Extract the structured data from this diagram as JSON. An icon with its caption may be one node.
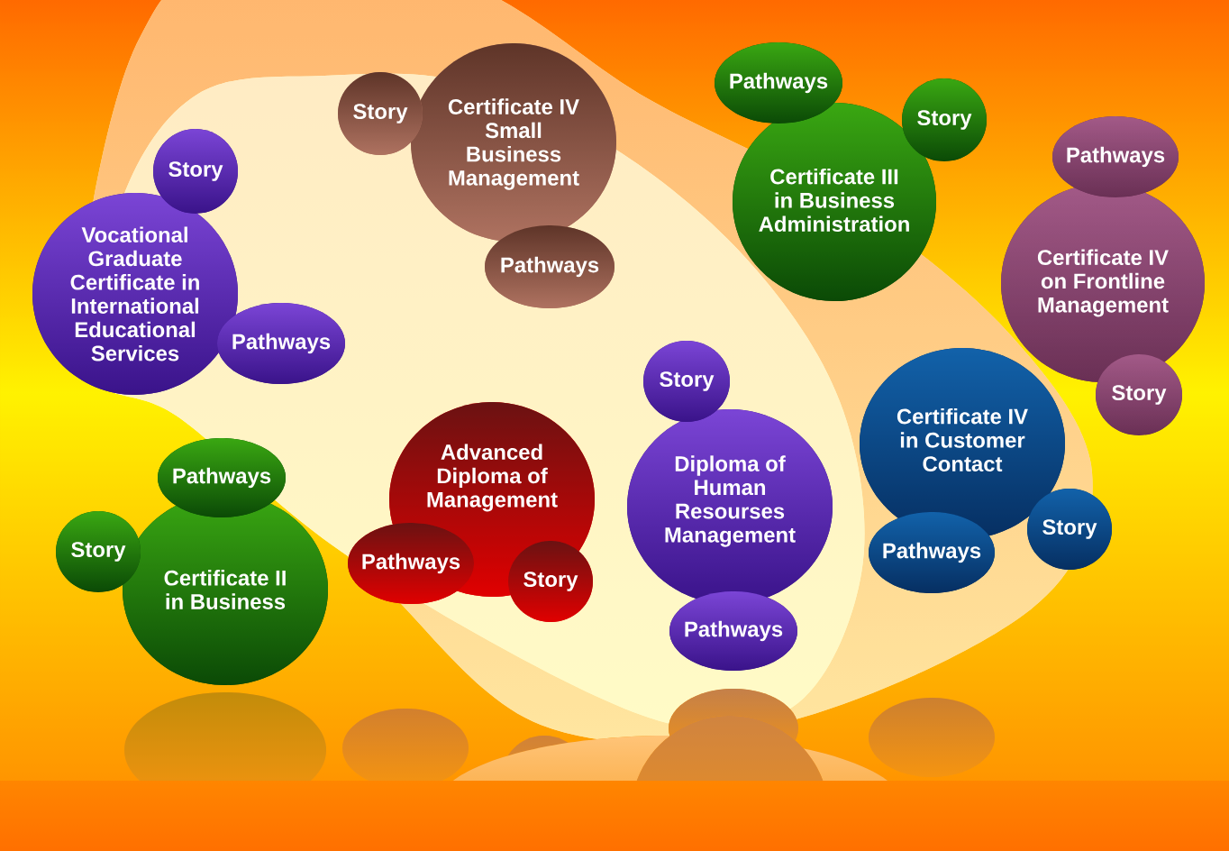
{
  "diagram": {
    "nodes": [
      {
        "text": [
          "Vocational Graduate Certificate in International Educational Services"
        ]
      },
      {
        "text": [
          "Story"
        ]
      },
      {
        "text": [
          "Pathways"
        ]
      },
      {
        "text": [
          "Certificate IV Small Business Management"
        ]
      },
      {
        "text": [
          "Story"
        ]
      },
      {
        "text": [
          "Pathways"
        ]
      },
      {
        "text": [
          "Certificate III in Business Administration"
        ]
      },
      {
        "text": [
          "Story"
        ]
      },
      {
        "text": [
          "Pathways"
        ]
      },
      {
        "text": [
          "Certificate IV on Frontline Management"
        ]
      },
      {
        "text": [
          "Story"
        ]
      },
      {
        "text": [
          "Pathways"
        ]
      },
      {
        "text": [
          "Certificate II in Business"
        ]
      },
      {
        "text": [
          "Story"
        ]
      },
      {
        "text": [
          "Pathways"
        ]
      },
      {
        "text": [
          "Advanced Diploma of Management"
        ]
      },
      {
        "text": [
          "Story"
        ]
      },
      {
        "text": [
          "Pathways"
        ]
      },
      {
        "text": [
          "Diploma of Human Resourses Management"
        ]
      },
      {
        "text": [
          "Story"
        ]
      },
      {
        "text": [
          "Pathways"
        ]
      },
      {
        "text": [
          "Certificate IV in Customer Contact"
        ]
      },
      {
        "text": [
          "Story"
        ]
      },
      {
        "text": [
          "Pathways"
        ]
      }
    ]
  }
}
